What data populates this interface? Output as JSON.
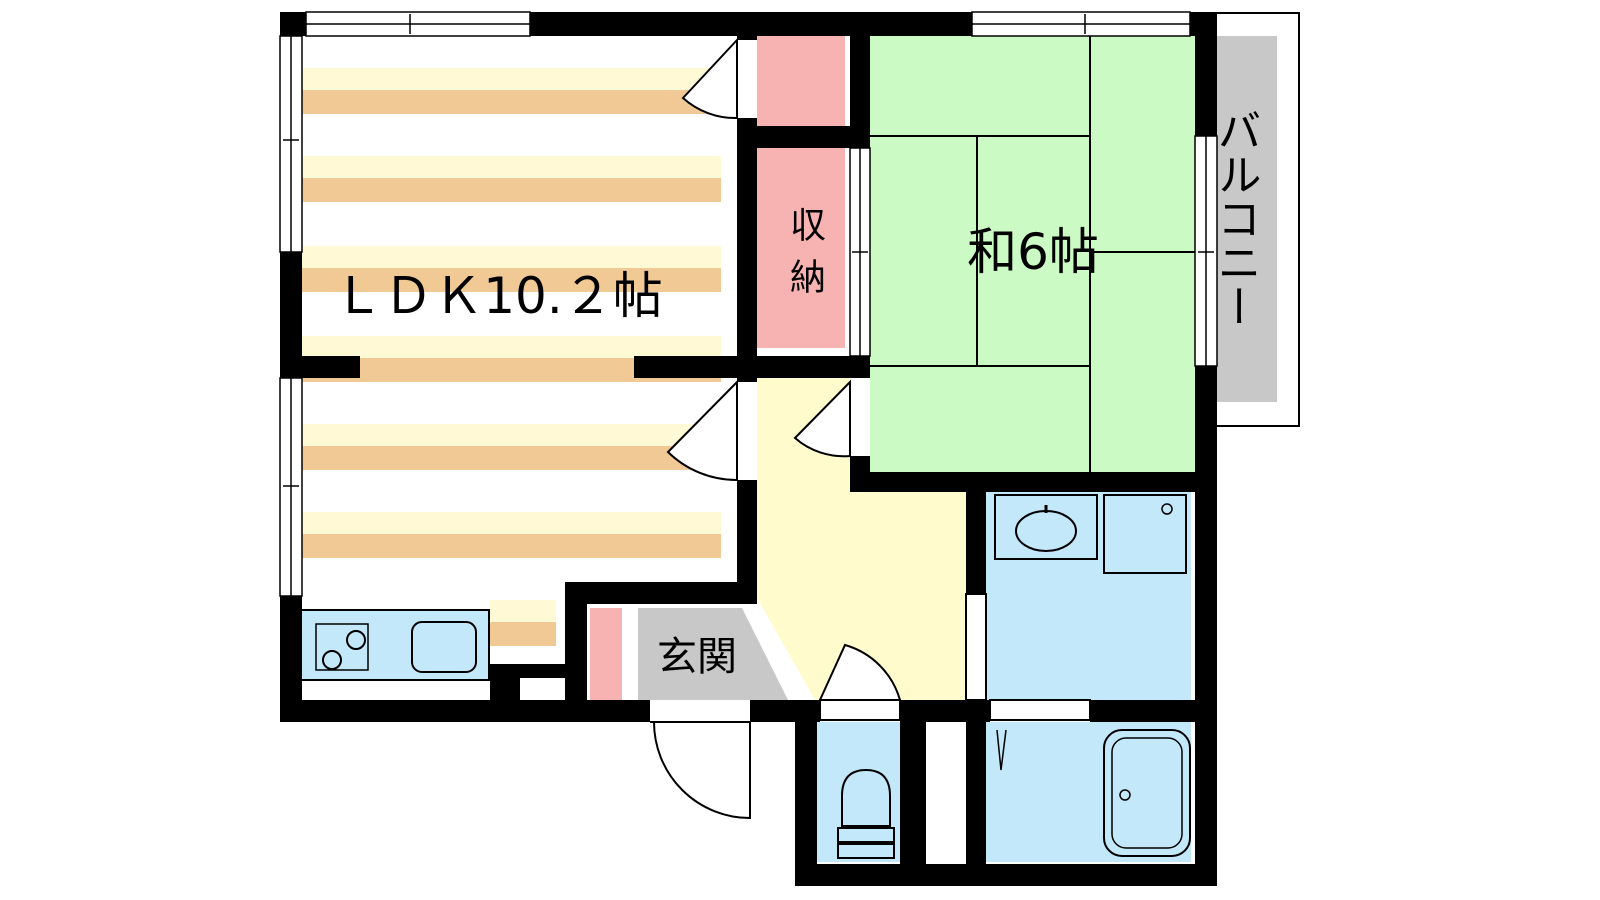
{
  "rooms": {
    "ldk": "ＬＤＫ10.２帖",
    "washitsu": "和6帖",
    "storage_line1": "収",
    "storage_line2": "納",
    "entrance": "玄関",
    "balcony": "バルコニー"
  },
  "colors": {
    "wall": "#000000",
    "ldk_floor_light": "#fff9d6",
    "ldk_floor_stripe": "#f0c994",
    "tatami": "#ccfac4",
    "storage": "#f7b2b2",
    "hall": "#fffbcc",
    "wet_area": "#c2e8fa",
    "balcony": "#c8c8c8",
    "genkan": "#c8c8c8"
  }
}
